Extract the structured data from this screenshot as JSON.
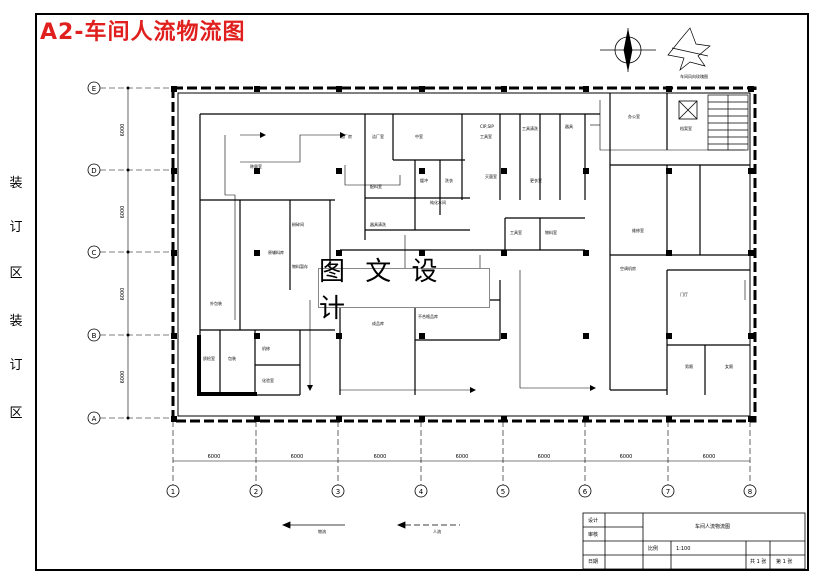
{
  "title": "A2-车间人流物流图",
  "binding_margin": [
    "装",
    "订",
    "区",
    "装",
    "订",
    "区"
  ],
  "watermark": "图 文 设 计",
  "colors": {
    "title": "#e0201e",
    "line": "#000000"
  },
  "grid": {
    "columns": [
      "1",
      "2",
      "3",
      "4",
      "5",
      "6",
      "7",
      "8"
    ],
    "rows": [
      "E",
      "D",
      "C",
      "B",
      "A"
    ],
    "row_dims": [
      "6000",
      "6000",
      "6000",
      "6000"
    ],
    "col_dims": [
      "6000",
      "6000",
      "6000",
      "6000",
      "6000",
      "6000",
      "6000"
    ]
  },
  "rooms": [
    {
      "label": "洁厂房"
    },
    {
      "label": "洁厂室"
    },
    {
      "label": "中室"
    },
    {
      "label": "CIP,SIP"
    },
    {
      "label": "工具室"
    },
    {
      "label": "工具清洗"
    },
    {
      "label": "器具"
    },
    {
      "label": "称量室"
    },
    {
      "label": "缓冲"
    },
    {
      "label": "洗衣"
    },
    {
      "label": "配料室"
    },
    {
      "label": "灭菌室"
    },
    {
      "label": "更衣室"
    },
    {
      "label": "器具清洗"
    },
    {
      "label": "纯化水间"
    },
    {
      "label": "工具室"
    },
    {
      "label": "物料室"
    },
    {
      "label": "粉碎间"
    },
    {
      "label": "物料暂存"
    },
    {
      "label": "原辅料库"
    },
    {
      "label": "外包装"
    },
    {
      "label": "成品库"
    },
    {
      "label": "不合格品库"
    },
    {
      "label": "质检室"
    },
    {
      "label": "包装"
    },
    {
      "label": "机修"
    },
    {
      "label": "化验室"
    },
    {
      "label": "办公室"
    },
    {
      "label": "档案室"
    },
    {
      "label": "门厅"
    },
    {
      "label": "男厕"
    },
    {
      "label": "女厕"
    },
    {
      "label": "维修室"
    },
    {
      "label": "空调机房"
    }
  ],
  "legend": {
    "flow_1": "物流",
    "flow_2": "人流"
  },
  "compass_label": "车间风向玫瑰图",
  "title_block": {
    "designer": "设计",
    "checker": "审核",
    "name": "车间人流物流图",
    "scale_label": "比例",
    "scale": "1:100",
    "sheet_total": "共 1 张",
    "sheet_no": "第 1 张",
    "date": "日期"
  }
}
